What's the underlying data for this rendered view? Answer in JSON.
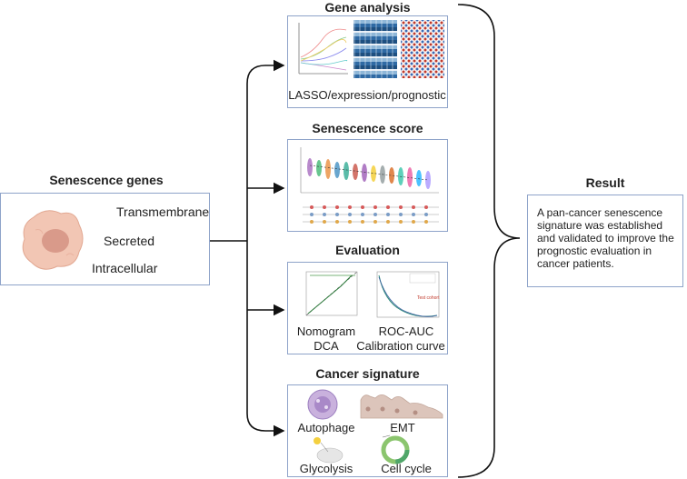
{
  "left": {
    "title": "Senescence genes",
    "items": [
      "Transmembrane",
      "Secreted",
      "Intracellular"
    ]
  },
  "gene_analysis": {
    "title": "Gene analysis",
    "caption": "LASSO/expression/prognostic"
  },
  "senescence_score": {
    "title": "Senescence score"
  },
  "evaluation": {
    "title": "Evaluation",
    "nomogram": "Nomogram",
    "dca": "DCA",
    "roc": "ROC-AUC",
    "calibration": "Calibration curve"
  },
  "cancer_signature": {
    "title": "Cancer signature",
    "autophage": "Autophage",
    "emt": "EMT",
    "glycolysis": "Glycolysis",
    "cell_cycle": "Cell cycle"
  },
  "result": {
    "title": "Result",
    "text": "A pan-cancer senescence signature was established and validated to improve the prognostic evaluation in cancer patients."
  },
  "colors": {
    "box_border": "#8ea3c9",
    "arrow": "#111111",
    "cell_fill": "#f2c6b4",
    "nucleus": "#d99a8a"
  }
}
